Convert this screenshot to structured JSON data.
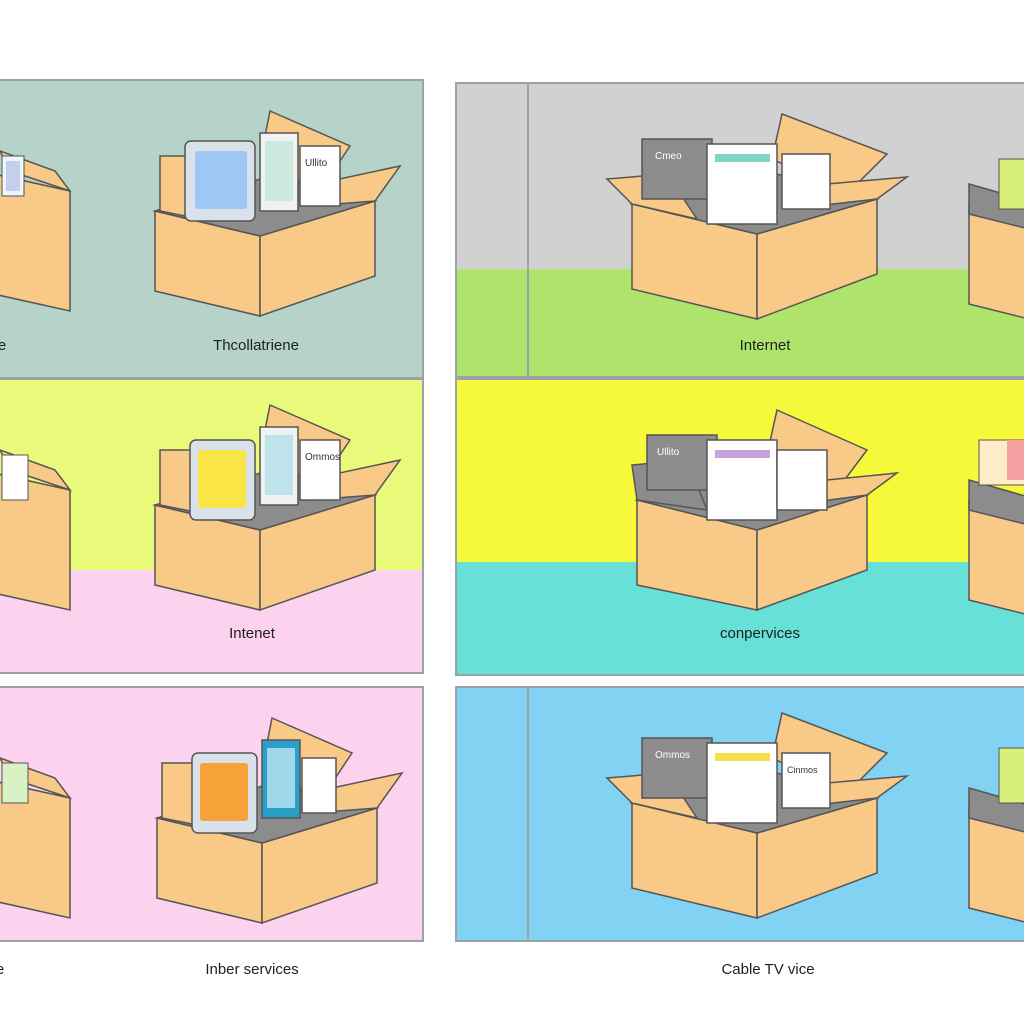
{
  "labels": {
    "r1_left_partial": "e",
    "r1_left_main": "Thcollatriene",
    "r1_right_main": "Internet",
    "r2_left_main": "Intenet",
    "r2_right_main": "conpervices",
    "r3_left_partial": "e",
    "r3_left_main": "Inber services",
    "r3_right_main": "Cable TV vice"
  },
  "box_labels": {
    "a": "Ullito",
    "b": "Ommos",
    "c": "Cmeo",
    "d": "Ullito",
    "e": "Ommos",
    "f": "Cinmos"
  },
  "colors": {
    "teal_gray": "#b5d3c9",
    "lime": "#e9f97a",
    "pink": "#fcd2ef",
    "gray": "#d1d1d1",
    "green": "#aee46b",
    "yellow": "#f5f93a",
    "cyan": "#67e0d8",
    "sky": "#82d2f4",
    "box": "#f8c987",
    "box_dark": "#8c8c8c",
    "outline": "#555555"
  },
  "icons": {
    "box": "open-cardboard-box-icon",
    "monitor": "monitor-icon",
    "document": "document-icon"
  }
}
